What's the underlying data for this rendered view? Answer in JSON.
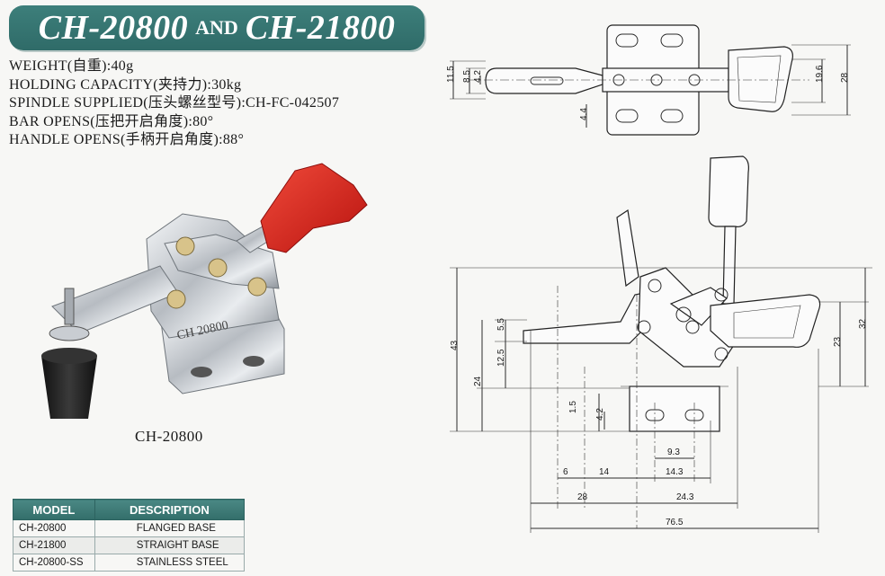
{
  "title": {
    "model_a": "CH-20800",
    "connector": "AND",
    "model_b": "CH-21800"
  },
  "specs": [
    "WEIGHT(自重):40g",
    "HOLDING CAPACITY(夹持力):30kg",
    "SPINDLE SUPPLIED(压头螺丝型号):CH-FC-042507",
    "BAR OPENS(压把开启角度):80°",
    "HANDLE OPENS(手柄开启角度):88°"
  ],
  "photo": {
    "caption": "CH-20800",
    "stamp": "CH 20800"
  },
  "table": {
    "headers": [
      "MODEL",
      "DESCRIPTION"
    ],
    "rows": [
      [
        "CH-20800",
        "FLANGED BASE"
      ],
      [
        "CH-21800",
        "STRAIGHT BASE"
      ],
      [
        "CH-20800-SS",
        "STAINLESS STEEL"
      ]
    ]
  },
  "top_view_dims": {
    "d115": "11.5",
    "d85": "8.5",
    "d42": "4.2",
    "d44": "4.4",
    "d196": "19.6",
    "d28": "28"
  },
  "side_view_dims": {
    "d43": "43",
    "d55": "5.5",
    "d125": "12.5",
    "d24": "24",
    "d15": "1.5",
    "d42": "4.2",
    "d93": "9.3",
    "d6": "6",
    "d14": "14",
    "d143": "14.3",
    "d28": "28",
    "d243": "24.3",
    "d765": "76.5",
    "d23": "23",
    "d32": "32"
  },
  "colors": {
    "banner": "#2f6b68",
    "handle_red": "#d42020",
    "chrome": "#c9cdd2",
    "rubber_black": "#1e1e1e"
  }
}
